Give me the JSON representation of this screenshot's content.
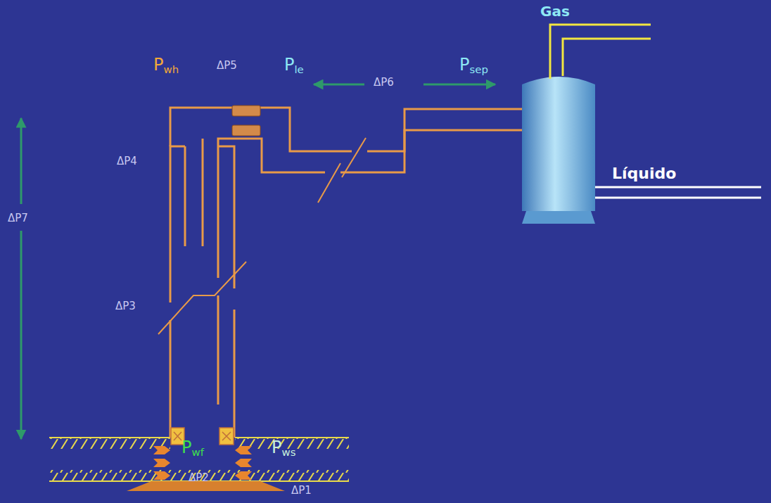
{
  "diagram": {
    "labels": [
      "Gas",
      "Líquido",
      "Pwh",
      "ΔP5",
      "Ple",
      "ΔP6",
      "Psep",
      "ΔP4",
      "ΔP7",
      "ΔP3",
      "Pwf",
      "Pws",
      "ΔP2",
      "ΔP1"
    ]
  }
}
